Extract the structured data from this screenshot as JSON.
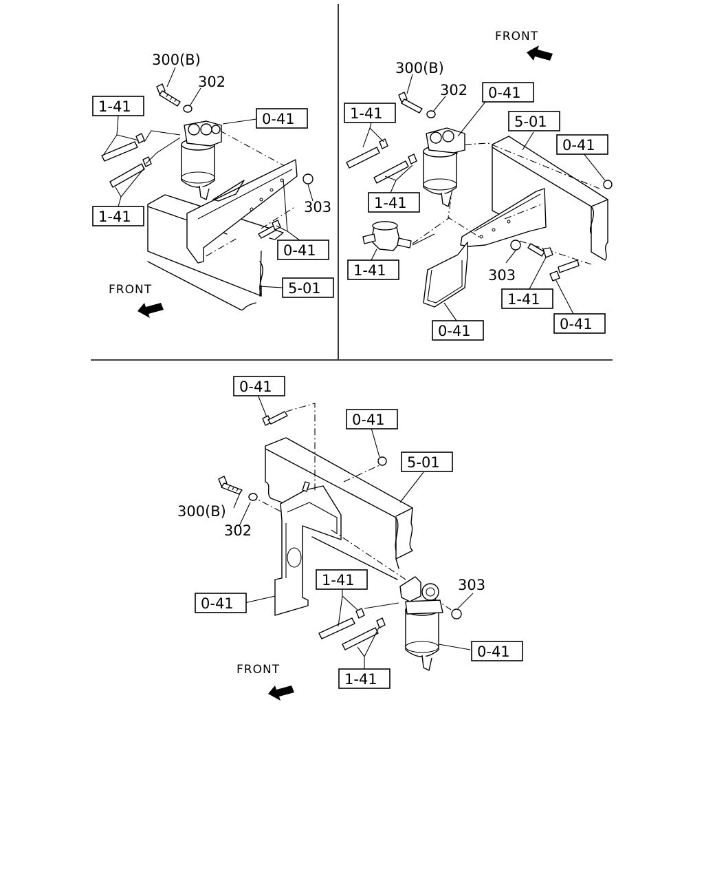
{
  "front_labels": [
    "FRONT",
    "FRONT",
    "FRONT"
  ],
  "callouts": {
    "tl": {
      "bolt": "300(B)",
      "washer": "302",
      "hose_upper": "1-41",
      "filter": "0-41",
      "hose_lower": "1-41",
      "nut": "303",
      "bracket_bolt": "0-41",
      "frame": "5-01"
    },
    "tr": {
      "bolt": "300(B)",
      "washer": "302",
      "filter": "0-41",
      "hose_upper": "1-41",
      "frame": "5-01",
      "frame_nut": "0-41",
      "hose_lower": "1-41",
      "pump": "1-41",
      "nut": "303",
      "bracket_bolt": "1-41",
      "frame_bolt": "0-41",
      "bracket": "0-41"
    },
    "bottom": {
      "top_bolt": "0-41",
      "nut": "0-41",
      "frame": "5-01",
      "bolt": "300(B)",
      "washer": "302",
      "bracket": "0-41",
      "hose_upper": "1-41",
      "filter_nut": "303",
      "filter": "0-41",
      "hose_lower": "1-41"
    }
  }
}
